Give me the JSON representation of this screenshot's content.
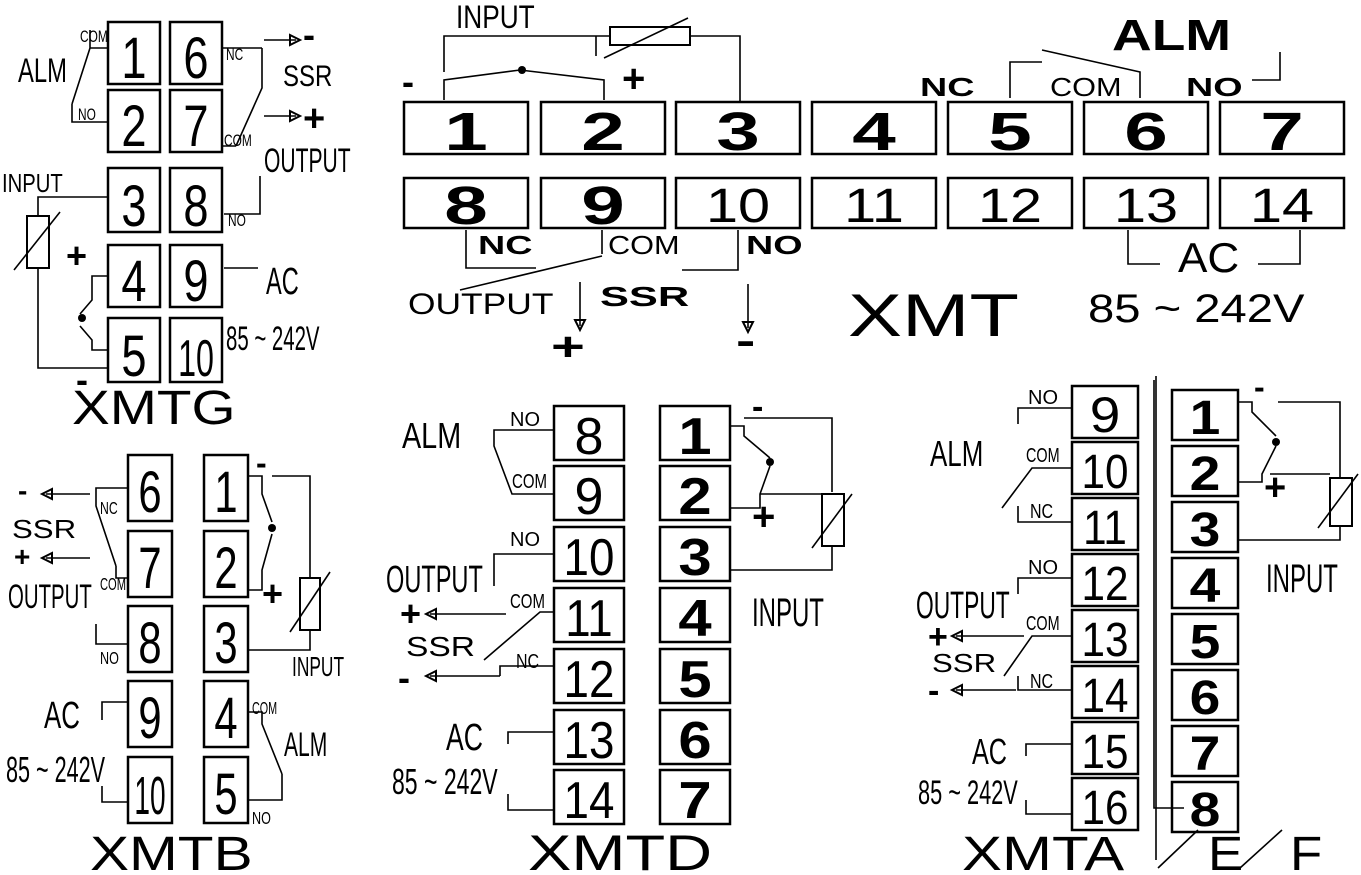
{
  "diagrams": {
    "xmtg": {
      "title": "XMTG",
      "left_terminals": [
        "1",
        "2",
        "3",
        "4",
        "5"
      ],
      "right_terminals": [
        "6",
        "7",
        "8",
        "9",
        "10"
      ],
      "labels": {
        "alm": "ALM",
        "com": "COM",
        "no": "NO",
        "nc": "NC",
        "com2": "COM",
        "no2": "NO",
        "input": "INPUT",
        "ssr": "SSR",
        "output": "OUTPUT",
        "ac": "AC",
        "voltage": "85 ~ 242V",
        "plus": "+",
        "minus": "-",
        "plus2": "+",
        "minus2": "-"
      }
    },
    "xmt": {
      "title": "XMT",
      "top_terminals": [
        "1",
        "2",
        "3",
        "4",
        "5",
        "6",
        "7"
      ],
      "bottom_terminals": [
        "8",
        "9",
        "10",
        "11",
        "12",
        "13",
        "14"
      ],
      "labels": {
        "input": "INPUT",
        "alm": "ALM",
        "nc": "NC",
        "com": "COM",
        "no": "NO",
        "nc2": "NC",
        "com2": "COM",
        "no2": "NO",
        "output": "OUTPUT",
        "ssr": "SSR",
        "ac": "AC",
        "voltage": "85 ~ 242V",
        "plus": "+",
        "minus": "-",
        "plus2": "+",
        "minus2": "-"
      }
    },
    "xmtb": {
      "title": "XMTB",
      "left_terminals": [
        "6",
        "7",
        "8",
        "9",
        "10"
      ],
      "right_terminals": [
        "1",
        "2",
        "3",
        "4",
        "5"
      ],
      "labels": {
        "nc": "NC",
        "com": "COM",
        "no": "NO",
        "ssr": "SSR",
        "output": "OUTPUT",
        "ac": "AC",
        "voltage": "85 ~ 242V",
        "input": "INPUT",
        "alm": "ALM",
        "com2": "COM",
        "no2": "NO",
        "plus": "+",
        "minus": "-",
        "plus2": "+",
        "minus2": "-"
      }
    },
    "xmtd": {
      "title": "XMTD",
      "left_terminals": [
        "8",
        "9",
        "10",
        "11",
        "12",
        "13",
        "14"
      ],
      "right_terminals": [
        "1",
        "2",
        "3",
        "4",
        "5",
        "6",
        "7"
      ],
      "labels": {
        "alm": "ALM",
        "no": "NO",
        "com": "COM",
        "output": "OUTPUT",
        "no2": "NO",
        "com2": "COM",
        "ssr": "SSR",
        "nc": "NC",
        "ac": "AC",
        "voltage": "85 ~ 242V",
        "input": "INPUT",
        "plus": "+",
        "minus": "-",
        "plus2": "+",
        "minus2": "-"
      }
    },
    "xmta": {
      "title": "XMTA/E/F",
      "title_parts": [
        "XMTA",
        "E",
        "F"
      ],
      "left_terminals": [
        "9",
        "10",
        "11",
        "12",
        "13",
        "14",
        "15",
        "16"
      ],
      "right_terminals": [
        "1",
        "2",
        "3",
        "4",
        "5",
        "6",
        "7",
        "8"
      ],
      "labels": {
        "alm": "ALM",
        "no": "NO",
        "com": "COM",
        "nc": "NC",
        "output": "OUTPUT",
        "no2": "NO",
        "com2": "COM",
        "nc2": "NC",
        "ssr": "SSR",
        "ac": "AC",
        "voltage": "85 ~ 242V",
        "input": "INPUT",
        "plus": "+",
        "minus": "-",
        "plus2": "+",
        "minus2": "-"
      }
    }
  },
  "colors": {
    "ink": "#000000",
    "background": "#ffffff"
  }
}
